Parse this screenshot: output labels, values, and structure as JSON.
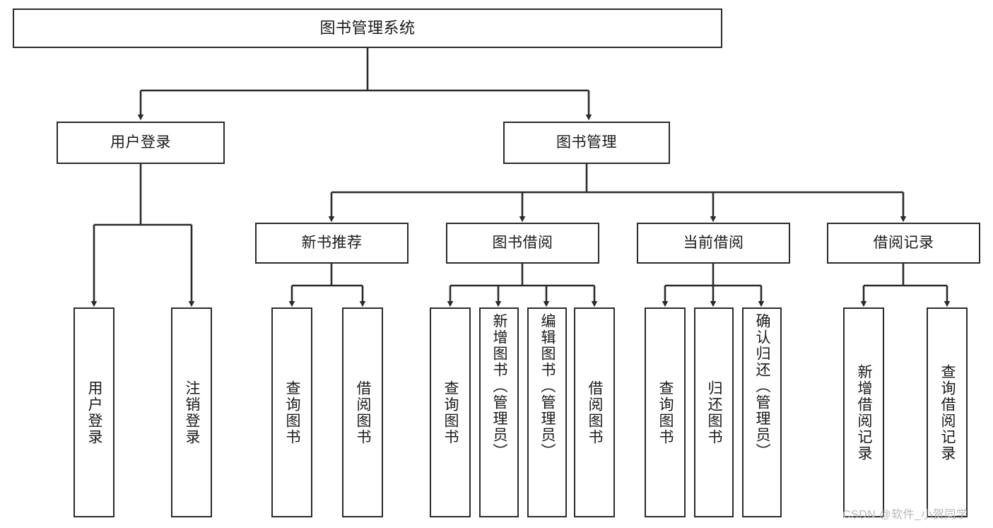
{
  "diagram": {
    "type": "tree",
    "title": "图书管理系统",
    "orientation": "top-down",
    "colors": {
      "node_border": "#2b2b2b",
      "node_fill": "#ffffff",
      "edge": "#2b2b2b",
      "text": "#1a1a1a",
      "watermark": "#b8b8b8"
    },
    "nodes": {
      "root": {
        "label": "图书管理系统",
        "level": 0
      },
      "l1": [
        {
          "id": "user-login",
          "label": "用户登录"
        },
        {
          "id": "book-manage",
          "label": "图书管理"
        }
      ],
      "l2": [
        {
          "id": "new-book-rec",
          "label": "新书推荐"
        },
        {
          "id": "book-borrow",
          "label": "图书借阅"
        },
        {
          "id": "current-borrow",
          "label": "当前借阅"
        },
        {
          "id": "borrow-record",
          "label": "借阅记录"
        }
      ],
      "leaves": [
        {
          "id": "leaf-user-login",
          "label": "用户登录",
          "parent": "user-login"
        },
        {
          "id": "leaf-user-logout",
          "label": "注销登录",
          "parent": "user-login"
        },
        {
          "id": "leaf-query-book-1",
          "label": "查询图书",
          "parent": "new-book-rec"
        },
        {
          "id": "leaf-borrow-book-1",
          "label": "借阅图书",
          "parent": "new-book-rec"
        },
        {
          "id": "leaf-query-book-2",
          "label": "查询图书",
          "parent": "book-borrow"
        },
        {
          "id": "leaf-add-book",
          "label": "新增图书（管理员）",
          "parent": "book-borrow"
        },
        {
          "id": "leaf-edit-book",
          "label": "编辑图书（管理员）",
          "parent": "book-borrow"
        },
        {
          "id": "leaf-borrow-book-2",
          "label": "借阅图书",
          "parent": "book-borrow"
        },
        {
          "id": "leaf-query-book-3",
          "label": "查询图书",
          "parent": "current-borrow"
        },
        {
          "id": "leaf-return-book",
          "label": "归还图书",
          "parent": "current-borrow"
        },
        {
          "id": "leaf-confirm-return",
          "label": "确认归还（管理员）",
          "parent": "current-borrow"
        },
        {
          "id": "leaf-add-record",
          "label": "新增借阅记录",
          "parent": "borrow-record"
        },
        {
          "id": "leaf-query-record",
          "label": "查询借阅记录",
          "parent": "borrow-record"
        }
      ]
    }
  },
  "watermark": {
    "text": "CSDN @软件_小贺同学"
  }
}
